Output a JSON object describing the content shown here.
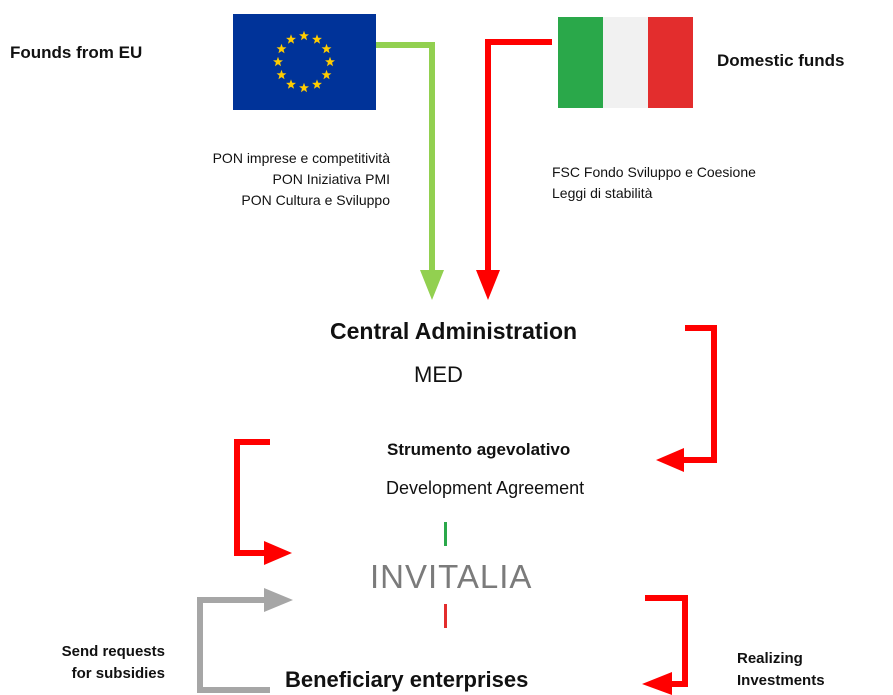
{
  "sources": {
    "eu_label": "Founds from EU",
    "domestic_label": "Domestic  funds"
  },
  "eu_programs": [
    "PON imprese e competitività",
    "PON Iniziativa PMI",
    "PON Cultura e Sviluppo"
  ],
  "domestic_programs": [
    "FSC Fondo Sviluppo e Coesione",
    "Leggi di stabilità"
  ],
  "central": {
    "title": "Central Administration",
    "subtitle": "MED"
  },
  "instrument": {
    "title": "Strumento agevolativo",
    "subtitle": "Development Agreement"
  },
  "agency": {
    "name": "INVITALIA"
  },
  "beneficiaries": {
    "title": "Beneficiary enterprises",
    "left_label": [
      "Send requests",
      "for subsidies"
    ],
    "right_label": [
      "Realizing",
      "Investments"
    ]
  },
  "colors": {
    "eu_blue": "#003399",
    "eu_star": "#ffcc00",
    "italy_green": "#2aa84a",
    "italy_white": "#f1f1f1",
    "italy_red": "#e32d2d",
    "arrow_green": "#92d050",
    "arrow_red": "#ff0000",
    "arrow_gray": "#a6a6a6"
  }
}
